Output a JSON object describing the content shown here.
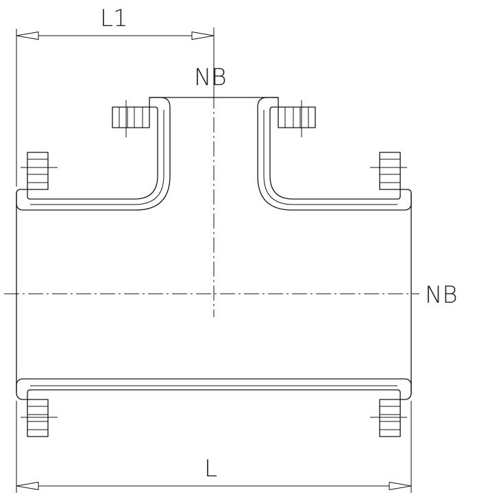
{
  "labels": {
    "branch_length": "L1",
    "overall_length": "L",
    "branch_bore": "NB",
    "run_bore": "NB"
  }
}
